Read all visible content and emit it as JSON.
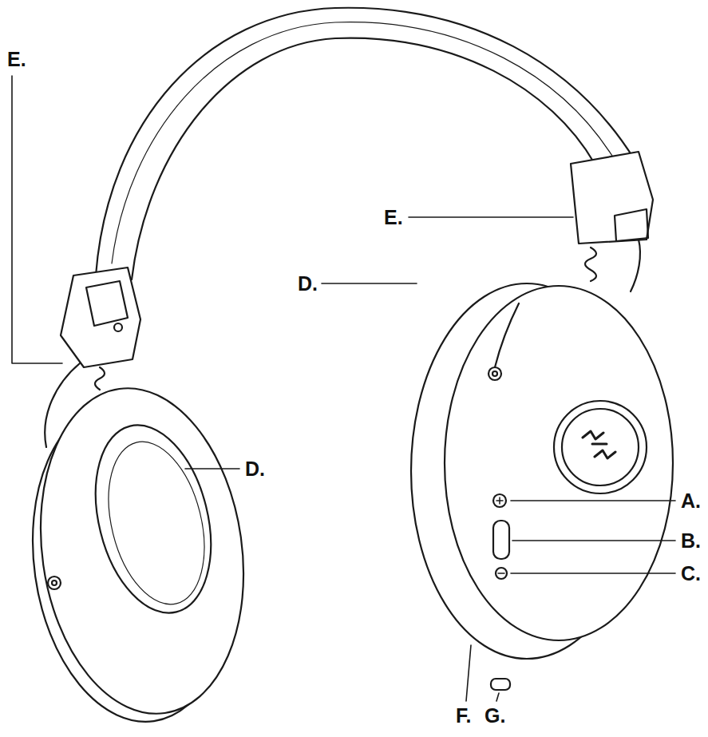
{
  "diagram": {
    "labels": [
      "E.",
      "E.",
      "D.",
      "D.",
      "A.",
      "B.",
      "C.",
      "F.",
      "G."
    ]
  }
}
